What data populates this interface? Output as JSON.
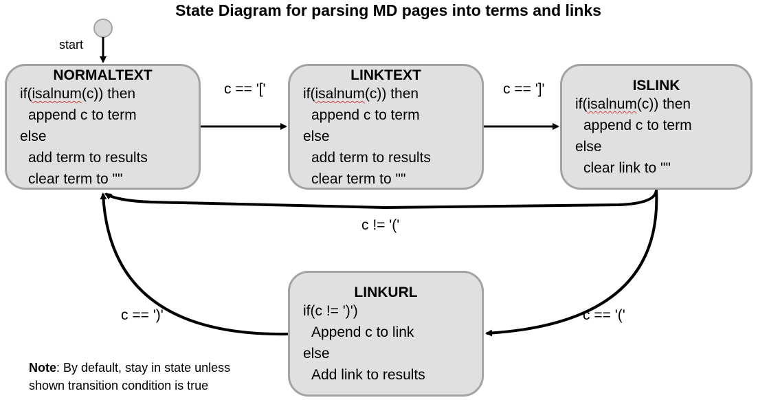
{
  "title": "State Diagram for parsing MD pages into terms and links",
  "start_label": "start",
  "states": {
    "normaltext": {
      "name": "NORMALTEXT",
      "lines": [
        "isalnum",
        "append c to term",
        "else",
        "add term to results",
        "clear term to \"\""
      ]
    },
    "linktext": {
      "name": "LINKTEXT",
      "lines": [
        "isalnum",
        "append c to term",
        "else",
        "add term to results",
        "clear term to \"\""
      ]
    },
    "islink": {
      "name": "ISLINK",
      "lines": [
        "isalnum",
        "append c to term",
        "else",
        "clear link to \"\""
      ]
    },
    "linkurl": {
      "name": "LINKURL",
      "lines": [
        "if(c != ')')",
        "Append c to link",
        "else",
        "Add link to results"
      ]
    }
  },
  "transitions": {
    "normal_to_linktext": "c == '['",
    "linktext_to_islink": "c == ']'",
    "islink_to_normal": "c != '('",
    "islink_to_linkurl": "c == '('",
    "linkurl_to_normal": "c == ')'"
  },
  "note": {
    "label": "Note",
    "text": ": By default, stay in state unless",
    "text2": "shown transition condition is true"
  }
}
